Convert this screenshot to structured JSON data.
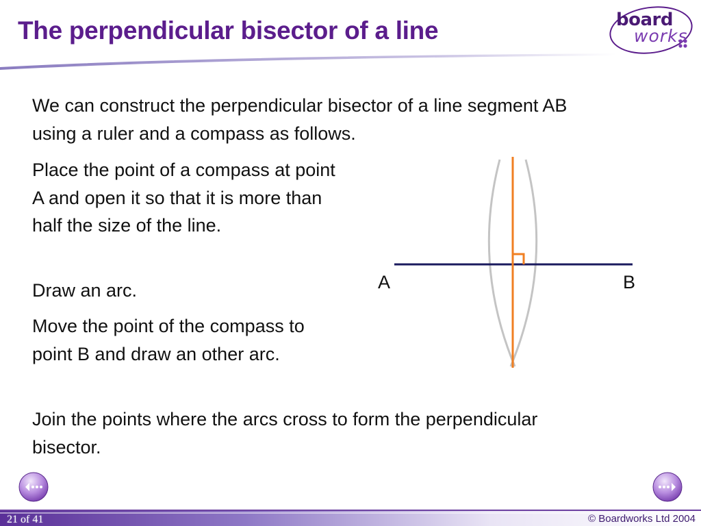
{
  "slide": {
    "title": "The perpendicular bisector of a line",
    "intro": "We can construct the perpendicular bisector of a line segment AB using a ruler and a compass as follows.",
    "steps": [
      "Place the point of a compass at point A and open it so that it is more than half the size of the line.",
      "Draw an arc.",
      "Move the point of the compass to point B and draw an other arc.",
      "Join the points where the arcs cross to form the perpendicular bisector."
    ]
  },
  "logo": {
    "line1": "board",
    "line2": "works"
  },
  "diagram": {
    "point_a_label": "A",
    "point_b_label": "B",
    "colors": {
      "segment": "#1a1a5e",
      "bisector": "#f07f22",
      "arcs": "#c4c4c4",
      "right_angle": "#f07f22"
    }
  },
  "navigation": {
    "prev_icon": "previous-slide-icon",
    "next_icon": "next-slide-icon"
  },
  "footer": {
    "page_indicator": "21 of 41",
    "copyright": "© Boardworks Ltd 2004"
  },
  "theme": {
    "title_color": "#5b1d8c",
    "accent_purple": "#7a3bb0",
    "footer_purple": "#6b3fa0"
  }
}
